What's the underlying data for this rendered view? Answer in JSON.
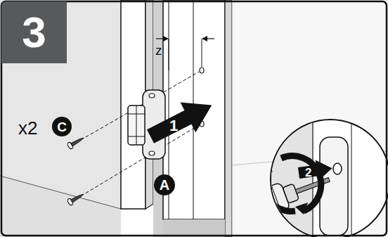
{
  "diagram": {
    "nodes": [
      {
        "text": [
          "3"
        ]
      },
      {
        "text": [
          "C"
        ]
      },
      {
        "text": [
          "A"
        ]
      }
    ],
    "labels": [
      "z",
      "x2",
      "1",
      "2"
    ]
  }
}
